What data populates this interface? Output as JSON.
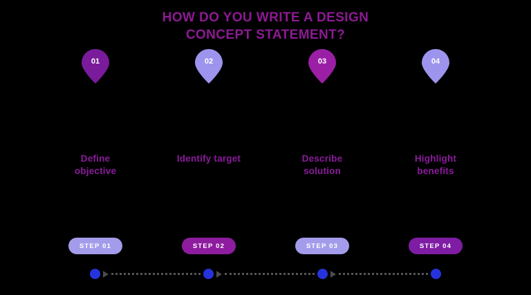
{
  "title": {
    "line1": "HOW DO YOU WRITE A DESIGN",
    "line2": "CONCEPT STATEMENT?"
  },
  "colors": {
    "background": "#000000",
    "title": "#8D1A93",
    "label": "#8A1B9B",
    "pill_text": "#FFFFFF",
    "pin_number_text": "#FFFFFF",
    "timeline_dash": "#4C4C4C"
  },
  "steps": [
    {
      "number": "01",
      "label": "Define\nobjective",
      "pin_color": "#7A1B9B",
      "pill_label": "STEP 01",
      "pill_color": "#A39CEA"
    },
    {
      "number": "02",
      "label": "Identify target",
      "pin_color": "#9D94EE",
      "pill_label": "STEP 02",
      "pill_color": "#8E1C9E"
    },
    {
      "number": "03",
      "label": "Describe\nsolution",
      "pin_color": "#9A1FA5",
      "pill_label": "STEP 03",
      "pill_color": "#A39CEA"
    },
    {
      "number": "04",
      "label": "Highlight\nbenefits",
      "pin_color": "#9D94EE",
      "pill_label": "STEP 04",
      "pill_color": "#7E1DA4"
    }
  ],
  "timeline": {
    "dot_color": "#2633DD",
    "segments": 3,
    "dots": 4
  }
}
